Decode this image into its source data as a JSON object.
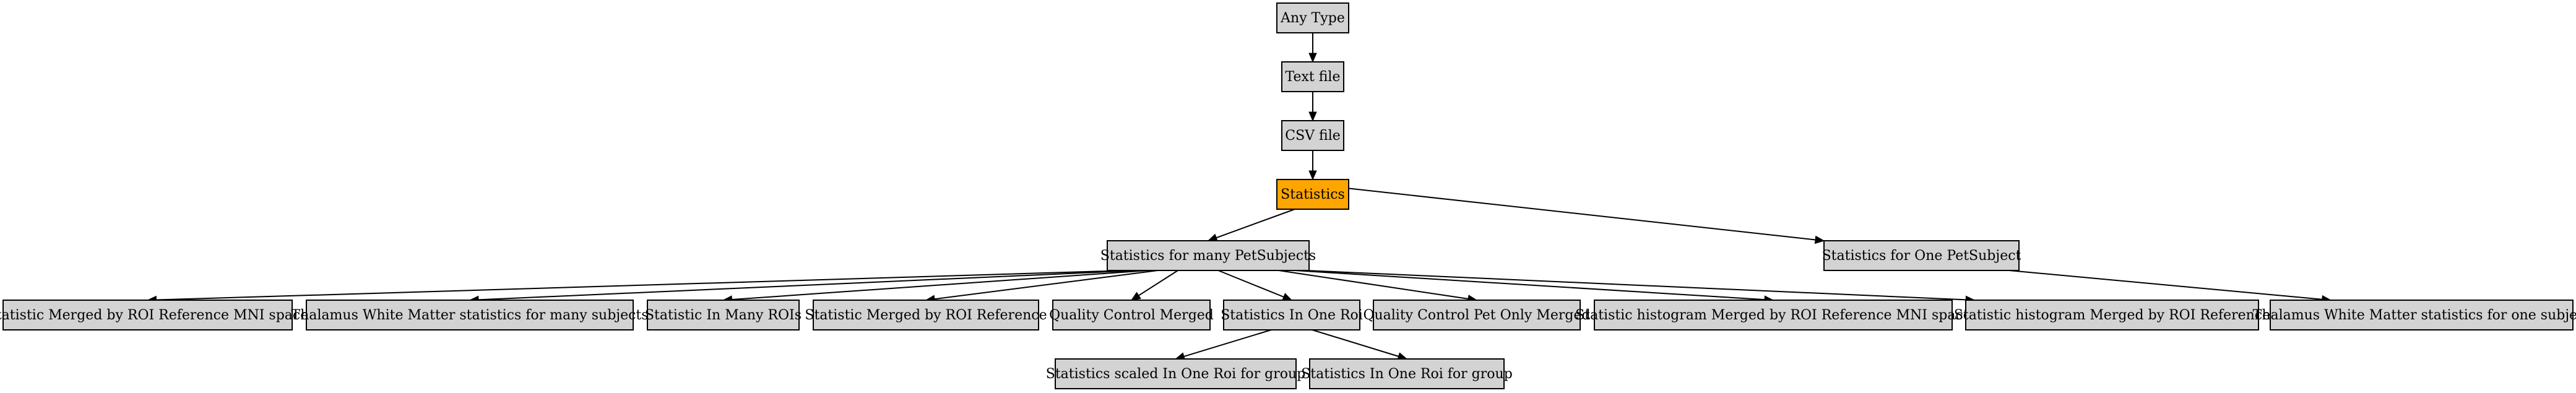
{
  "diagram": {
    "default_fill": "#d3d3d3",
    "nodes": [
      {
        "id": "any_type",
        "label": "Any Type"
      },
      {
        "id": "text_file",
        "label": "Text file"
      },
      {
        "id": "csv_file",
        "label": "CSV file"
      },
      {
        "id": "statistics",
        "label": "Statistics",
        "fill": "#ffa500"
      },
      {
        "id": "stats_many_pet",
        "label": "Statistics for many PetSubjects"
      },
      {
        "id": "stats_one_pet",
        "label": "Statistics for One PetSubject"
      },
      {
        "id": "stat_merged_roi_mni",
        "label": "Statistic Merged by ROI Reference MNI space"
      },
      {
        "id": "thalamus_wm_many",
        "label": "Thalamus White Matter statistics for many subjects"
      },
      {
        "id": "stat_many_rois",
        "label": "Statistic In Many ROIs"
      },
      {
        "id": "stat_merged_roi",
        "label": "Statistic Merged by ROI Reference"
      },
      {
        "id": "qc_merged",
        "label": "Quality Control Merged"
      },
      {
        "id": "stats_one_roi",
        "label": "Statistics In One Roi"
      },
      {
        "id": "qc_pet_only_merged",
        "label": "Quality Control Pet Only Merged"
      },
      {
        "id": "stat_hist_merged_roi_mni",
        "label": "Statistic histogram Merged by ROI Reference MNI space"
      },
      {
        "id": "stat_hist_merged_roi",
        "label": "Statistic histogram Merged by ROI Reference"
      },
      {
        "id": "thalamus_wm_one",
        "label": "Thalamus White Matter statistics for one subject"
      },
      {
        "id": "stats_scaled_one_roi_group",
        "label": "Statistics scaled In One Roi for group"
      },
      {
        "id": "stats_one_roi_group",
        "label": "Statistics In One Roi for group"
      }
    ],
    "edges": [
      {
        "from": "any_type",
        "to": "text_file"
      },
      {
        "from": "text_file",
        "to": "csv_file"
      },
      {
        "from": "csv_file",
        "to": "statistics"
      },
      {
        "from": "statistics",
        "to": "stats_many_pet"
      },
      {
        "from": "statistics",
        "to": "stats_one_pet"
      },
      {
        "from": "stats_many_pet",
        "to": "stat_merged_roi_mni"
      },
      {
        "from": "stats_many_pet",
        "to": "thalamus_wm_many"
      },
      {
        "from": "stats_many_pet",
        "to": "stat_many_rois"
      },
      {
        "from": "stats_many_pet",
        "to": "stat_merged_roi"
      },
      {
        "from": "stats_many_pet",
        "to": "qc_merged"
      },
      {
        "from": "stats_many_pet",
        "to": "stats_one_roi"
      },
      {
        "from": "stats_many_pet",
        "to": "qc_pet_only_merged"
      },
      {
        "from": "stats_many_pet",
        "to": "stat_hist_merged_roi_mni"
      },
      {
        "from": "stats_many_pet",
        "to": "stat_hist_merged_roi"
      },
      {
        "from": "stats_one_pet",
        "to": "thalamus_wm_one"
      },
      {
        "from": "stats_one_roi",
        "to": "stats_scaled_one_roi_group"
      },
      {
        "from": "stats_one_roi",
        "to": "stats_one_roi_group"
      }
    ]
  }
}
